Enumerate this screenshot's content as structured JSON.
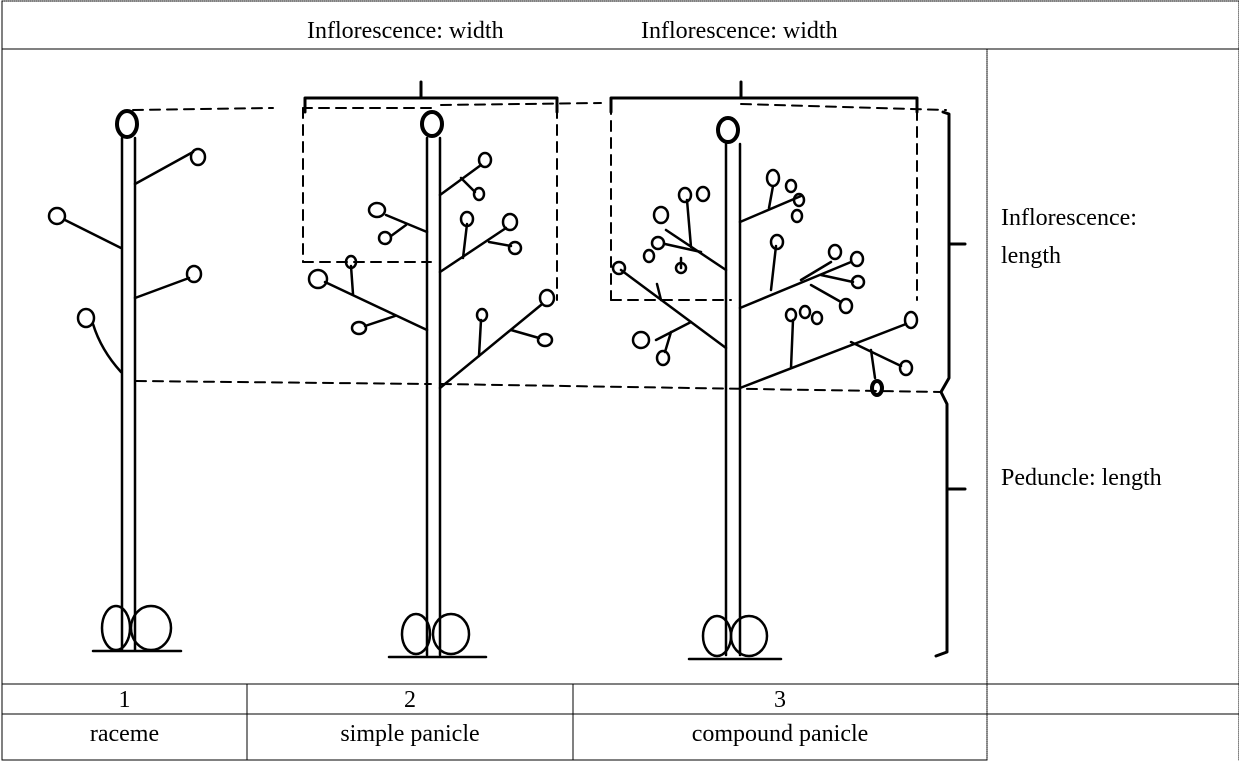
{
  "header": {
    "width_label_1": "Inflorescence: width",
    "width_label_2": "Inflorescence: width"
  },
  "side_labels": {
    "inflorescence_length_line1": "Inflorescence:",
    "inflorescence_length_line2": "length",
    "peduncle_length": "Peduncle: length"
  },
  "types": [
    {
      "number": "1",
      "name": "raceme"
    },
    {
      "number": "2",
      "name": "simple panicle"
    },
    {
      "number": "3",
      "name": "compound panicle"
    }
  ]
}
